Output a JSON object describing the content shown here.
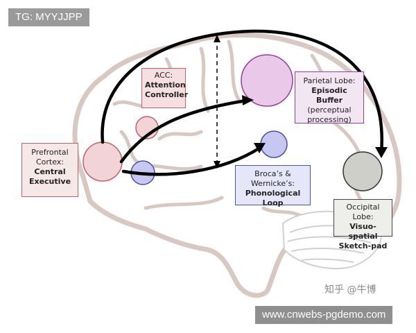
{
  "top_tag": "TG: MYYJJPP",
  "bottom_tag": "www.cnwebs-pgdemo.com",
  "watermark": "知乎 @牛博",
  "boxes": {
    "acc": {
      "line1": "ACC:",
      "line2": "Attention",
      "line3": "Controller"
    },
    "pfc": {
      "line1": "Prefrontal",
      "line2": "Cortex:",
      "line3": "Central",
      "line4": "Executive"
    },
    "parietal": {
      "line1": "Parietal Lobe:",
      "line2": "Episodic Buffer",
      "line3": "(perceptual",
      "line4": "processing)"
    },
    "broca": {
      "line1": "Broca’s &",
      "line2": "Wernicke’s:",
      "line3": "Phonological Loop"
    },
    "occipital": {
      "line1": "Occipital Lobe:",
      "line2": "Visuo-spatial",
      "line3": "Sketch-pad"
    }
  },
  "colors": {
    "pfc_fill": "#f2d3d6",
    "pfc_stroke": "#c0606a",
    "parietal_fill": "#e9c8ea",
    "parietal_stroke": "#9a3a9a",
    "broca_fill": "#c6c8f2",
    "broca_stroke": "#4a4ab0",
    "occipital_fill": "#cfcfca",
    "occipital_stroke": "#333333",
    "brain_outline": "#d9c8c2"
  }
}
